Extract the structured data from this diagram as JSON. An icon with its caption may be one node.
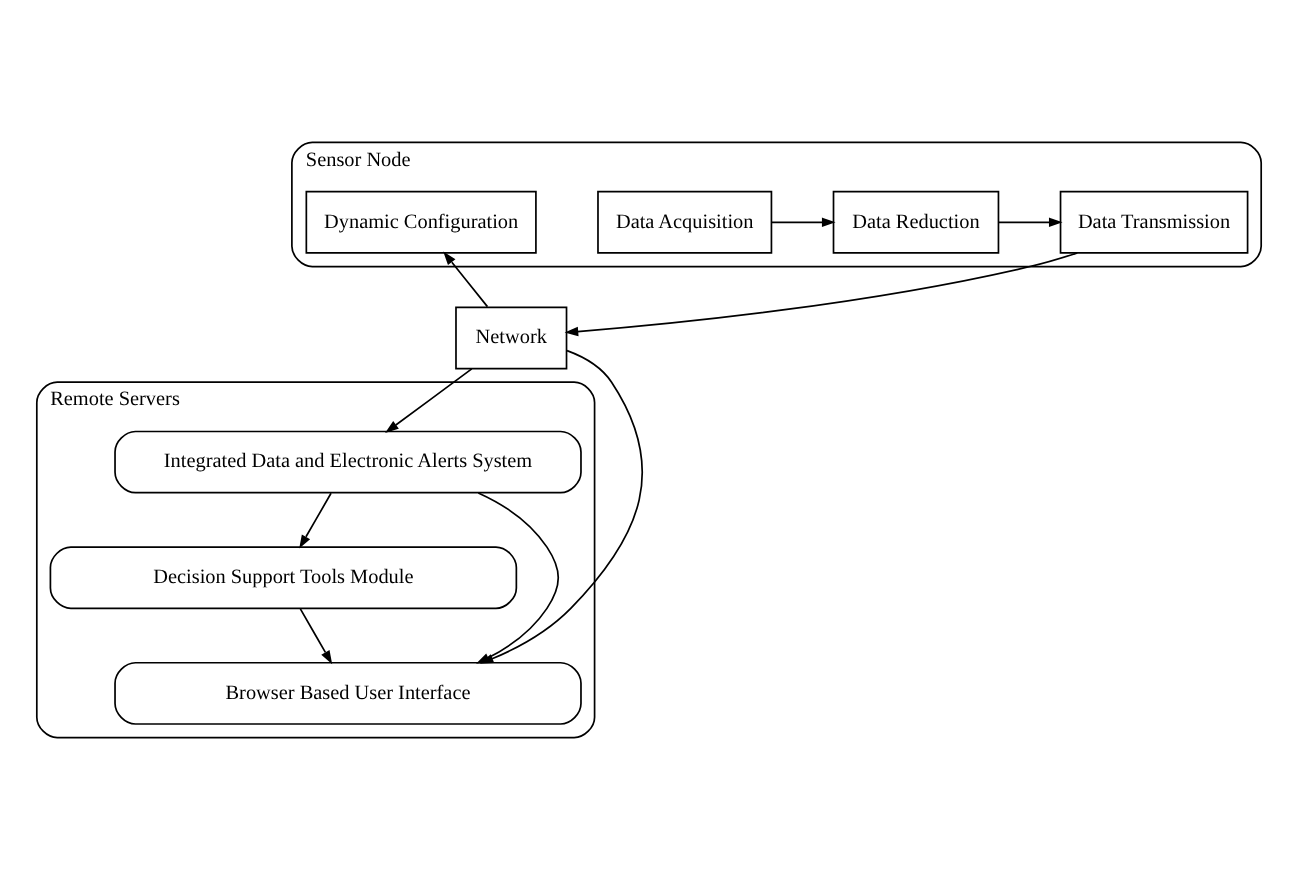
{
  "diagram": {
    "nodes": [
      {
        "text": [
          "Sensor Node"
        ]
      },
      {
        "text": [
          "Data Acquisition"
        ],
        "in": 0
      },
      {
        "text": [
          "Data Reduction"
        ],
        "in": 0
      },
      {
        "text": [
          "Data Transmission"
        ],
        "in": 0
      },
      {
        "text": [
          "Dynamic Configuration"
        ],
        "in": 0
      },
      {
        "text": [
          "Network"
        ]
      },
      {
        "text": [
          "Remote Servers"
        ]
      },
      {
        "text": [
          "Integrated Data and Electronic Alerts System"
        ],
        "in": 6
      },
      {
        "text": [
          "Decision Support Tools Module"
        ],
        "in": 6
      },
      {
        "text": [
          "Browser Based User Interface"
        ],
        "in": 6
      }
    ],
    "edges": [
      {
        "from": 1,
        "to": 2,
        "arrow": "to"
      },
      {
        "from": 2,
        "to": 3,
        "arrow": "to"
      },
      {
        "from": 3,
        "to": 5,
        "arrow": "to"
      },
      {
        "from": 5,
        "to": 4,
        "arrow": "to"
      },
      {
        "from": 5,
        "to": 7,
        "arrow": "to"
      },
      {
        "from": 7,
        "to": 8,
        "arrow": "to"
      },
      {
        "from": 8,
        "to": 9,
        "arrow": "to"
      },
      {
        "from": 7,
        "to": 9,
        "arrow": "to"
      },
      {
        "from": 5,
        "to": 9,
        "arrow": "to"
      }
    ]
  }
}
